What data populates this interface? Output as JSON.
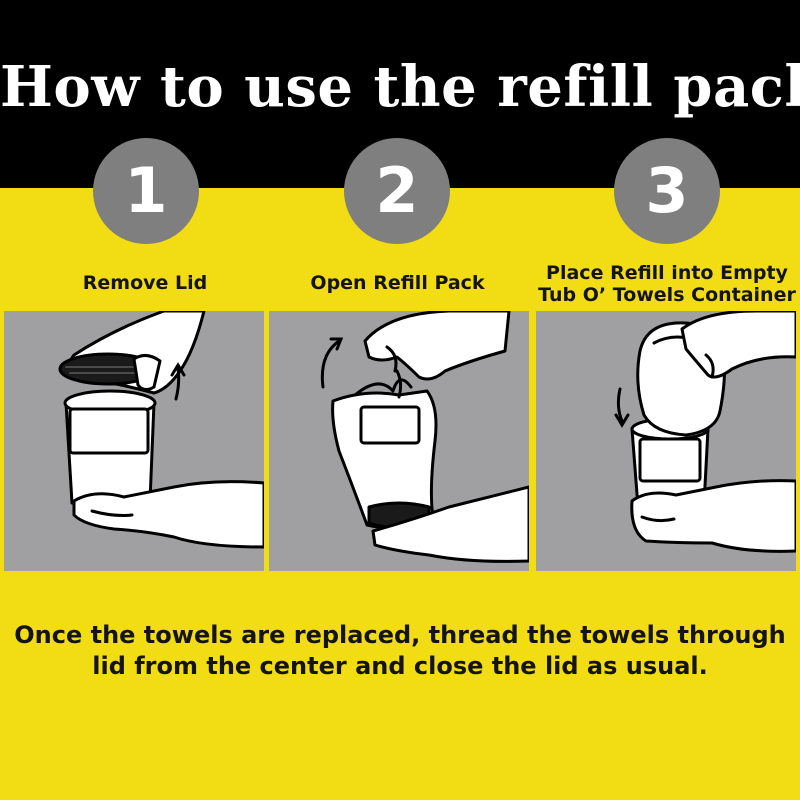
{
  "header": {
    "title": "How to use the refill pack"
  },
  "steps": [
    {
      "number": "1",
      "label_lines": [
        "Remove Lid"
      ]
    },
    {
      "number": "2",
      "label_lines": [
        "Open Refill Pack"
      ]
    },
    {
      "number": "3",
      "label_lines": [
        "Place Refill into Empty",
        "Tub O’ Towels Container"
      ]
    }
  ],
  "footer": {
    "lines": [
      "Once the towels are replaced, thread the towels through",
      "lid from the center and close the lid as usual."
    ]
  },
  "colors": {
    "background_yellow": "#f2dc13",
    "header_black": "#000000",
    "circle_gray": "#7f7f80",
    "panel_gray": "#a0a0a2",
    "text_dark": "#141414"
  }
}
